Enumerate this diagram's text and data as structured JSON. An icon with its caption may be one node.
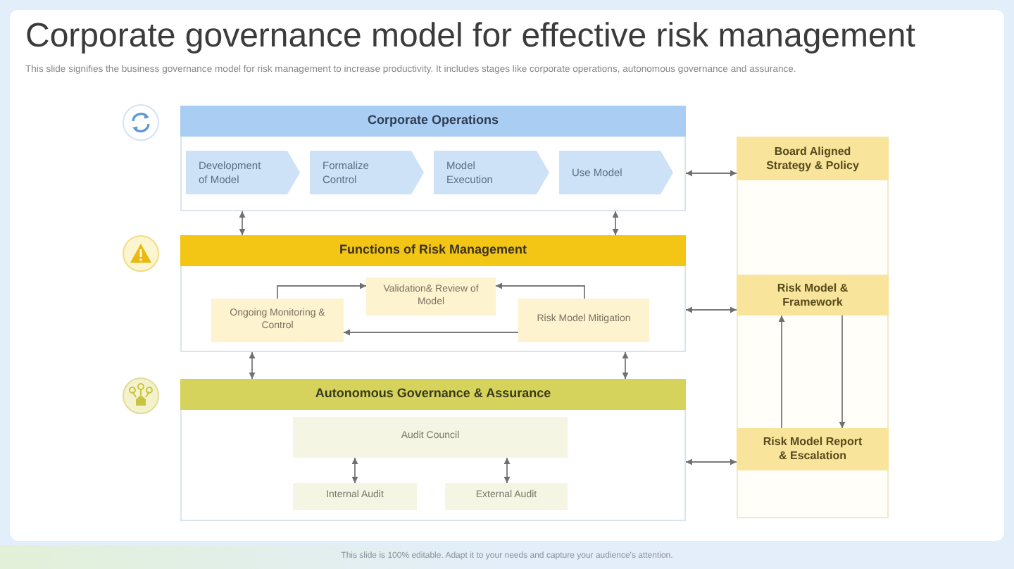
{
  "diagram": {
    "title": "Corporate governance model for effective risk management",
    "nodes": [
      {
        "text": [
          "Corporate Operations"
        ]
      },
      {
        "text": [
          "Development of Model"
        ],
        "in": 0
      },
      {
        "text": [
          "Formalize Control"
        ],
        "in": 0
      },
      {
        "text": [
          "Model Execution"
        ],
        "in": 0
      },
      {
        "text": [
          "Use Model"
        ],
        "in": 0
      },
      {
        "text": [
          "Functions of Risk Management"
        ]
      },
      {
        "text": [
          "Validation& Review of Model"
        ],
        "in": 5
      },
      {
        "text": [
          "Ongoing Monitoring & Control"
        ],
        "in": 5
      },
      {
        "text": [
          "Risk Model Mitigation"
        ],
        "in": 5
      },
      {
        "text": [
          "Autonomous Governance & Assurance"
        ]
      },
      {
        "text": [
          "Audit Council"
        ],
        "in": 9
      },
      {
        "text": [
          "Internal Audit"
        ],
        "in": 9
      },
      {
        "text": [
          "External Audit"
        ],
        "in": 9
      },
      {
        "text": [],
        "shape": "box"
      },
      {
        "text": [
          "Board Aligned Strategy & Policy"
        ],
        "in": 13
      },
      {
        "text": [
          "Risk Model & Framework"
        ],
        "in": 13
      },
      {
        "text": [
          "Risk Model Report & Escalation"
        ],
        "in": 13
      }
    ],
    "edges": [
      {
        "from": 0,
        "to": 5,
        "arrow": "both"
      },
      {
        "from": 0,
        "to": 5,
        "arrow": "both"
      },
      {
        "from": 7,
        "to": 6,
        "arrow": "to"
      },
      {
        "from": 8,
        "to": 6,
        "arrow": "to"
      },
      {
        "from": 8,
        "to": 7,
        "arrow": "to"
      },
      {
        "from": 5,
        "to": 9,
        "arrow": "both"
      },
      {
        "from": 5,
        "to": 9,
        "arrow": "both"
      },
      {
        "from": 10,
        "to": 11,
        "arrow": "both"
      },
      {
        "from": 10,
        "to": 12,
        "arrow": "both"
      },
      {
        "from": 0,
        "to": 14,
        "arrow": "both"
      },
      {
        "from": 5,
        "to": 15,
        "arrow": "both"
      },
      {
        "from": 9,
        "to": 16,
        "arrow": "both"
      },
      {
        "from": 16,
        "to": 15,
        "arrow": "to"
      },
      {
        "from": 15,
        "to": 16,
        "arrow": "to"
      }
    ],
    "labels": [
      "This slide signifies the business governance model for risk management to increase productivity. It includes stages like corporate operations, autonomous governance and assurance.",
      "This slide is 100% editable. Adapt it to your needs and capture your audience's attention."
    ]
  }
}
